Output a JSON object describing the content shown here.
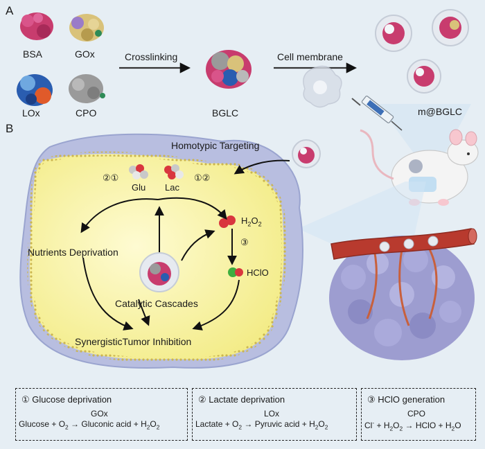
{
  "panels": {
    "a": "A",
    "b": "B"
  },
  "panel_a": {
    "proteins": [
      "BSA",
      "GOx",
      "LOx",
      "CPO"
    ],
    "step1": "Crosslinking",
    "product1": "BGLC",
    "step2": "Cell membrane",
    "product2": "m@BGLC"
  },
  "panel_b": {
    "targeting": "Homotypic Targeting",
    "glu": "Glu",
    "lac": "Lac",
    "glu_steps": "②①",
    "lac_steps": "①②",
    "h2o2_main": "H",
    "h2o2_sub1": "2",
    "h2o2_o": "O",
    "h2o2_sub2": "2",
    "step3": "③",
    "hclo": "HClO",
    "nutrients": "Nutrients Deprivation",
    "cascades": "Catalytic Cascades",
    "inhibition": "SynergisticTumor Inhibition"
  },
  "reactions": [
    {
      "title": "① Glucose deprivation",
      "enzyme": "GOx",
      "eq": [
        "Glucose + O",
        "2",
        " → Gluconic acid + H",
        "2",
        "O",
        "2"
      ]
    },
    {
      "title": "② Lactate deprivation",
      "enzyme": "LOx",
      "eq": [
        "Lactate + O",
        "2",
        " → Pyruvic acid + H",
        "2",
        "O",
        "2"
      ]
    },
    {
      "title": "③ HClO generation",
      "enzyme": "CPO",
      "eq": [
        "Cl",
        "-",
        " + H",
        "2",
        "O",
        "2",
        " → HClO + H",
        "2",
        "O"
      ]
    }
  ],
  "colors": {
    "cell_fill": "#fbf6b0",
    "membrane": "#9aa4cf",
    "tumor": "#8f8fc8",
    "vessel": "#b83a2e",
    "protein_pink": "#c83c6e"
  }
}
